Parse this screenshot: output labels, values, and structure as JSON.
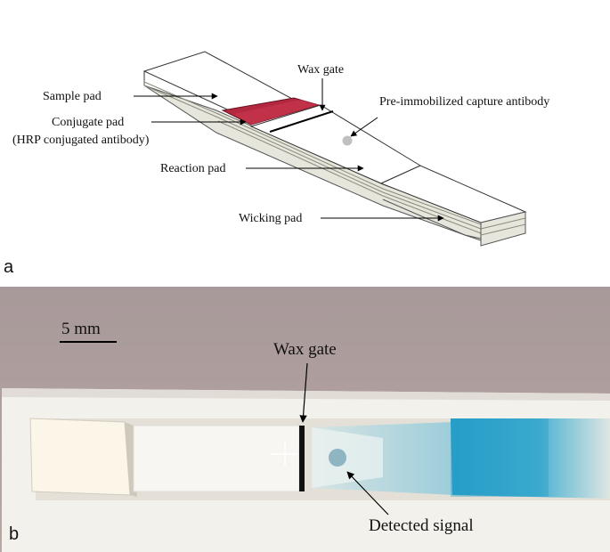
{
  "panel_a": {
    "letter": "a",
    "labels": {
      "wax_gate": "Wax gate",
      "capture_antibody": "Pre-immobilized capture antibody",
      "sample_pad": "Sample pad",
      "conjugate_pad": "Conjugate pad",
      "conjugate_pad_note": "(HRP conjugated antibody)",
      "reaction_pad": "Reaction pad",
      "wicking_pad": "Wicking pad"
    },
    "colors": {
      "conjugate": "#b3283f",
      "capture_spot": "#c0c0c0",
      "strip_edge": "#d8d8c8"
    }
  },
  "panel_b": {
    "letter": "b",
    "labels": {
      "scale_bar": "5 mm",
      "wax_gate": "Wax gate",
      "detected_signal": "Detected signal"
    },
    "colors": {
      "background": "#b2a39f",
      "signal_blue": "#2a9ec4",
      "wax_gate": "#111111"
    }
  }
}
